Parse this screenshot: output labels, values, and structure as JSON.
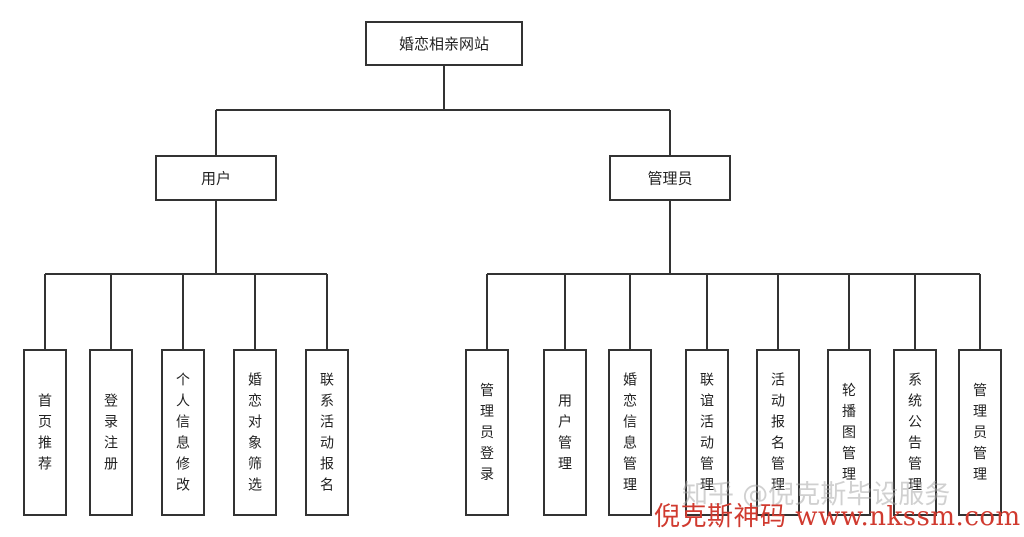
{
  "root": {
    "label": "婚恋相亲网站"
  },
  "groups": [
    {
      "label": "用户",
      "children": [
        "首页推荐",
        "登录注册",
        "个人信息修改",
        "婚恋对象筛选",
        "联系活动报名"
      ]
    },
    {
      "label": "管理员",
      "children": [
        "管理员登录",
        "用户管理",
        "婚恋信息管理",
        "联谊活动管理",
        "活动报名管理",
        "轮播图管理",
        "系统公告管理",
        "管理员管理"
      ]
    }
  ],
  "watermark": {
    "line1": "知乎 @倪克斯毕设服务",
    "line2": "倪克斯神码 www.nkssm.com"
  }
}
